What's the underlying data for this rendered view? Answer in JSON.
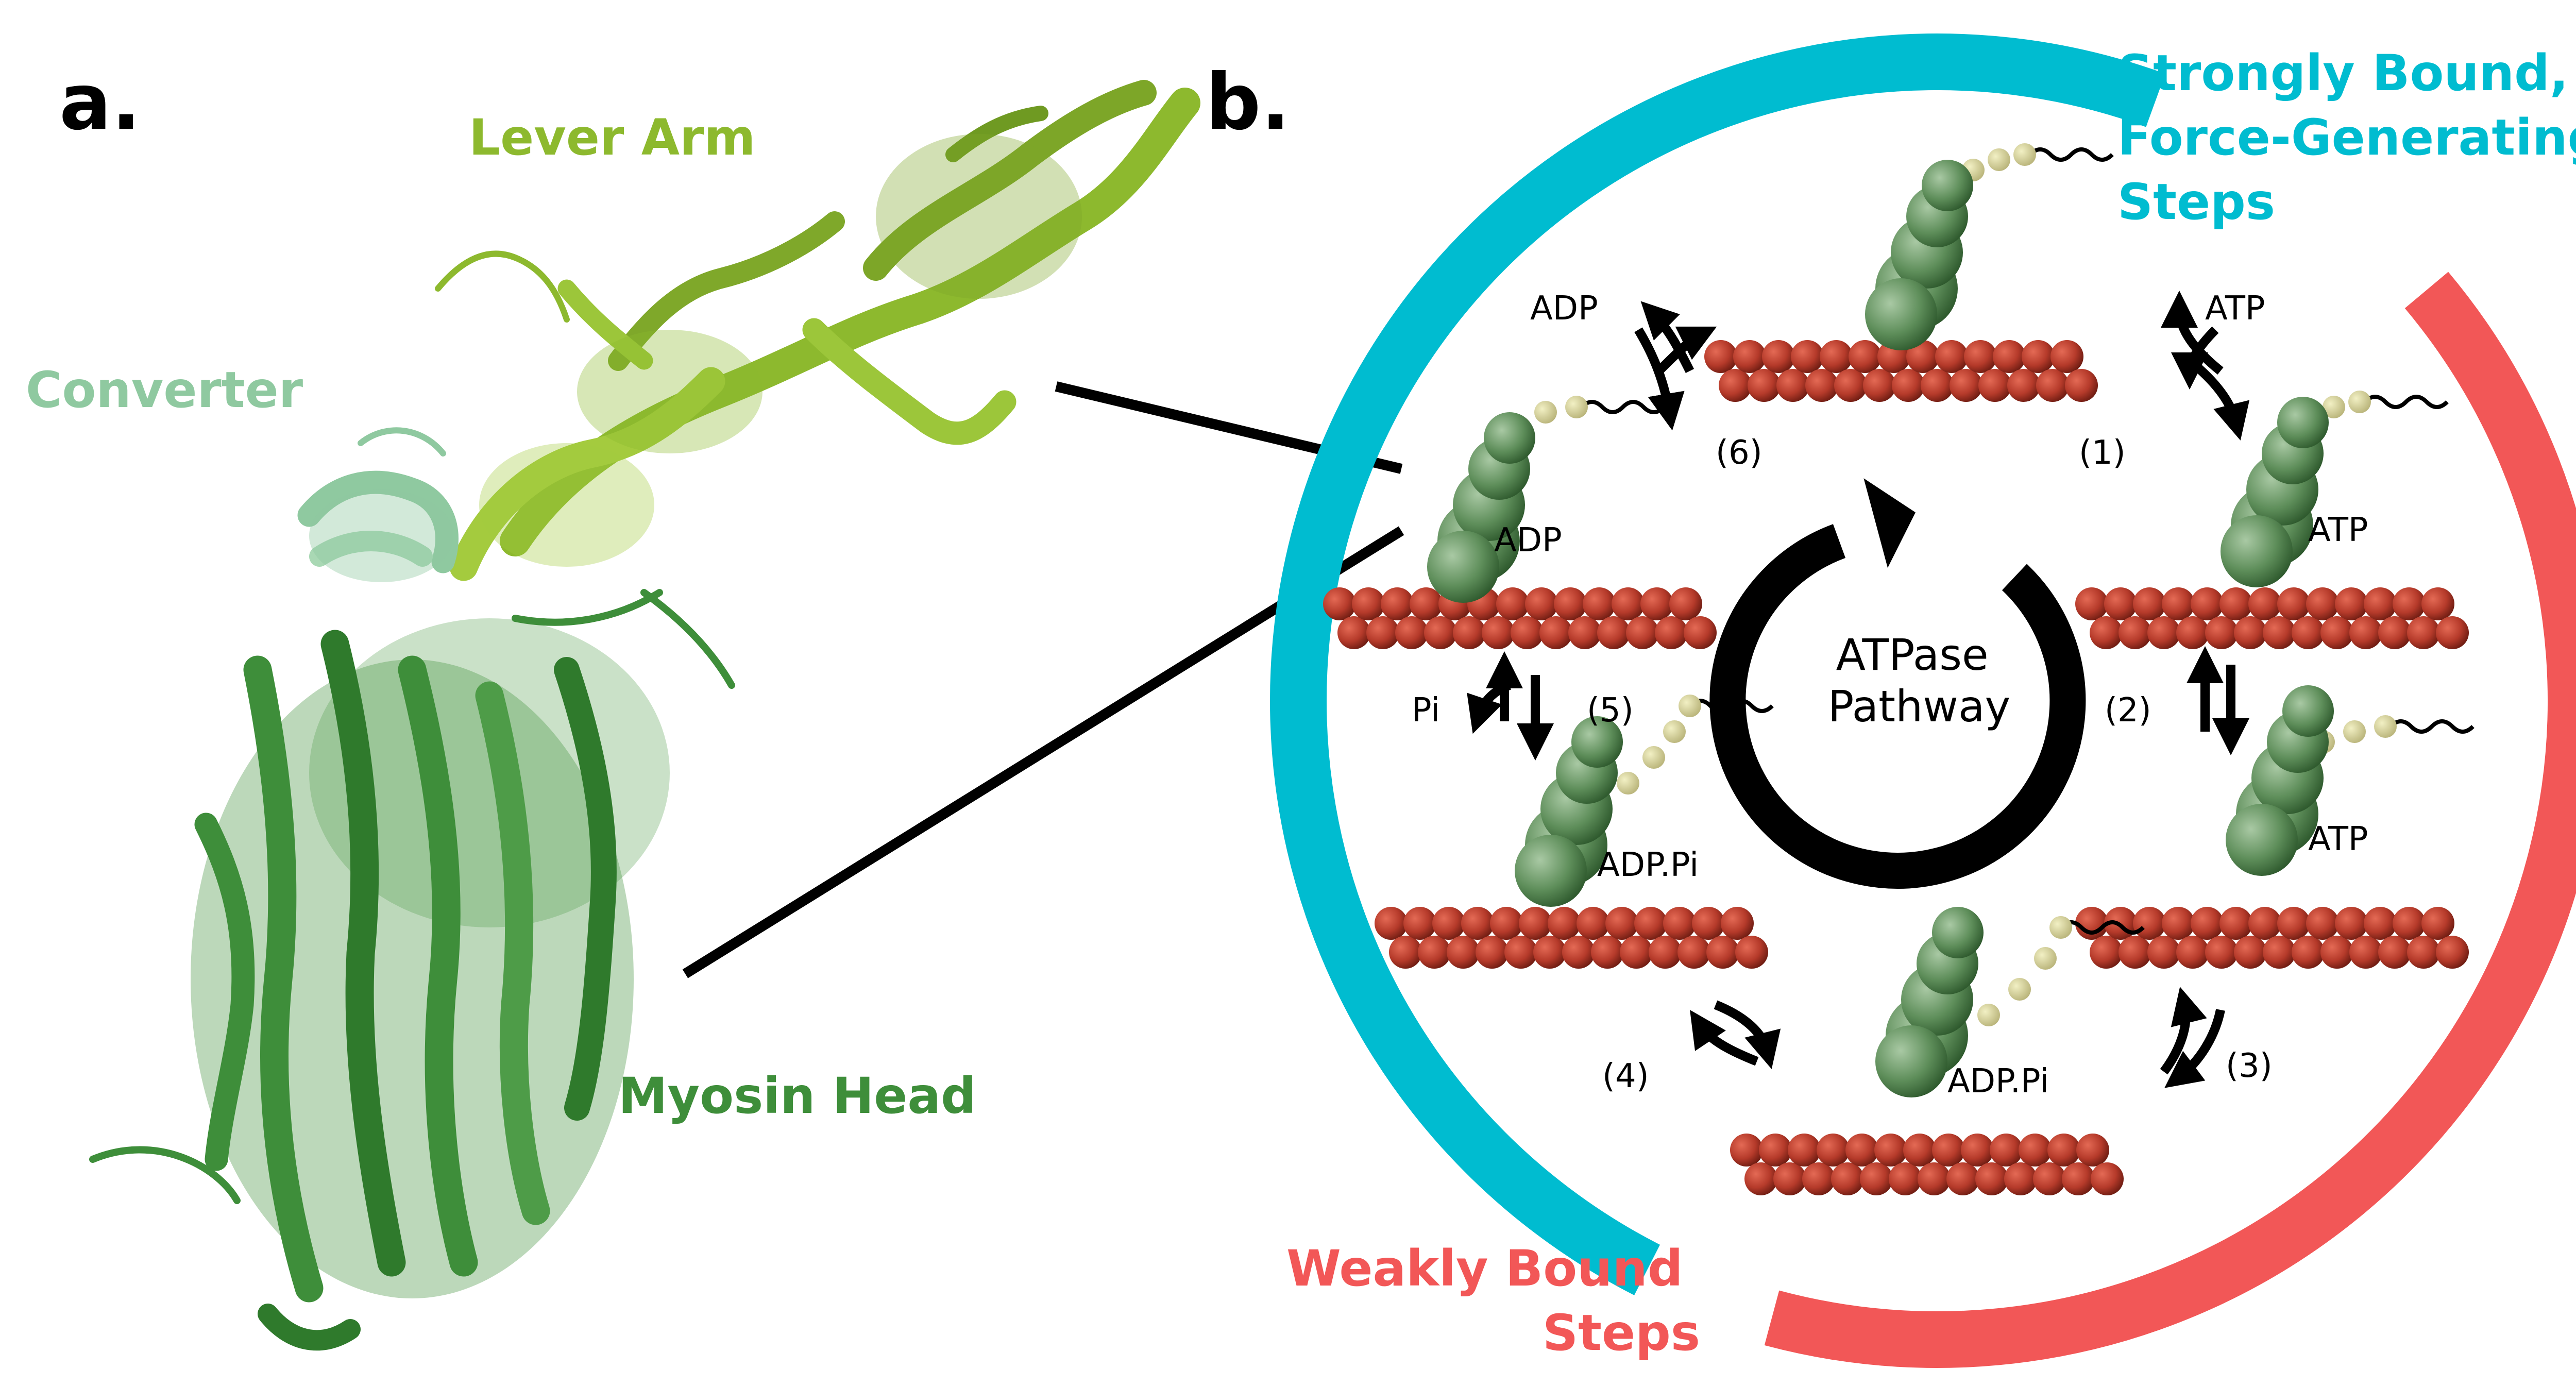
{
  "panel_a": {
    "letter": "a.",
    "labels": {
      "lever_arm": "Lever Arm",
      "converter": "Converter",
      "myosin_head": "Myosin Head"
    }
  },
  "panel_b": {
    "letter": "b.",
    "strong_arc_label": [
      "Strongly Bound,",
      "Force-Generating",
      "Steps"
    ],
    "weak_arc_label": [
      "Weakly Bound",
      "Steps"
    ],
    "center_label": [
      "ATPase",
      "Pathway"
    ],
    "states": {
      "top": "",
      "right_upper": "ATP",
      "right_mid": "ATP",
      "bottom": "ADP.Pi",
      "left_lower": "ADP.Pi",
      "left_upper": "ADP"
    },
    "transitions": {
      "s1": {
        "num": "(1)",
        "ligand": "ATP"
      },
      "s2": {
        "num": "(2)"
      },
      "s3": {
        "num": "(3)"
      },
      "s4": {
        "num": "(4)"
      },
      "s5": {
        "num": "(5)",
        "ligand": "Pi"
      },
      "s6": {
        "num": "(6)",
        "ligand": "ADP"
      }
    }
  },
  "colors": {
    "strong": "#00BCD0",
    "weak": "#F25757",
    "lever": "#8DB92E",
    "converter": "#8FC9A0",
    "head": "#3E8E3A",
    "actin": "#B53A2A"
  }
}
